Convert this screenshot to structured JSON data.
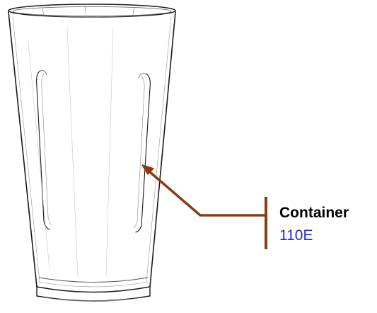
{
  "callout": {
    "part_name": "Container",
    "part_number": "110E"
  },
  "colors": {
    "leader_line": "#8b3a12",
    "part_number_text": "#1f2bd6",
    "drawing_stroke": "#1a1a1a"
  },
  "icons": {
    "container_illustration": "stainless-steel-mixing-cup"
  }
}
